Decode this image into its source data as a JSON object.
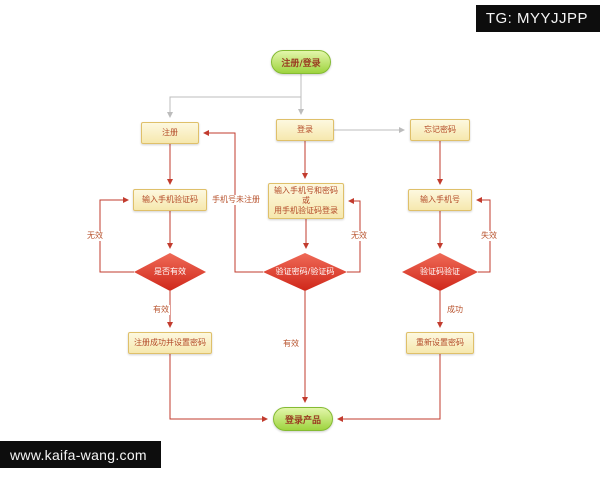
{
  "header": {
    "tg_badge": "TG: MYYJJPP"
  },
  "footer": {
    "site_url": "www.kaifa-wang.com"
  },
  "flowchart": {
    "nodes": {
      "start": "注册/登录",
      "register": "注册",
      "login": "登录",
      "forgot_password": "忘记密码",
      "enter_sms_code": "输入手机验证码",
      "login_input_line1": "输入手机号和密码",
      "login_input_line2": "或",
      "login_input_line3": "用手机验证码登录",
      "enter_phone": "输入手机号",
      "check_valid": "是否有效",
      "verify_password": "验证密码/验证码",
      "verify_code": "验证码验证",
      "register_success": "注册成功并设置密码",
      "reset_password": "重新设置密码",
      "end": "登录产品"
    },
    "edge_labels": {
      "invalid_left": "无效",
      "valid_left": "有效",
      "phone_not_registered": "手机号未注册",
      "invalid_center": "无效",
      "valid_center": "有效",
      "expired_right": "失效",
      "success_right": "成功"
    },
    "colors": {
      "process_fill": "#f6e8ae",
      "decision_fill": "#cf271a",
      "terminal_fill": "#9ed43f",
      "connector_red": "#c23b2e",
      "connector_gray": "#bcbcbc"
    }
  }
}
